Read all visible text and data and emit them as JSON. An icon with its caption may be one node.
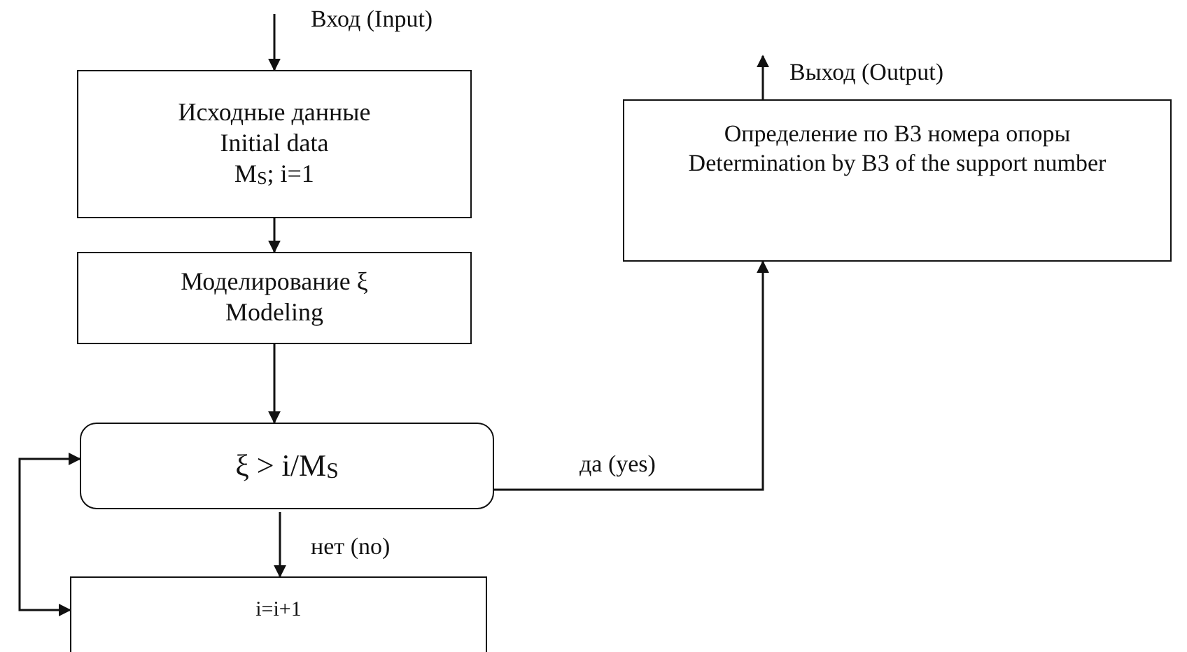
{
  "diagram": {
    "nodes": [
      {
        "text": [
          "Исходные данные",
          "Initial data",
          "M$_{S}$; i=1"
        ]
      },
      {
        "text": [
          "Моделирование ξ",
          "Modeling"
        ]
      },
      {
        "text": [
          "ξ > i/M$_{S}$"
        ]
      },
      {
        "text": [
          "i=i+1"
        ]
      },
      {
        "text": [
          "Определение по В3 номера опоры",
          "Determination by B3 of the support number"
        ]
      }
    ],
    "edges": [
      {
        "from": null,
        "to": 0,
        "arrow": "to",
        "label": "Вход (Input)"
      },
      {
        "from": 0,
        "to": 1,
        "arrow": "to"
      },
      {
        "from": 1,
        "to": 2,
        "arrow": "to"
      },
      {
        "from": 2,
        "to": 4,
        "arrow": "to",
        "label": "да (yes)"
      },
      {
        "from": 2,
        "to": 3,
        "arrow": "to",
        "label": "нет (no)"
      },
      {
        "from": 3,
        "to": 2,
        "arrow": "both"
      },
      {
        "from": 4,
        "to": null,
        "arrow": "to",
        "label": "Выход (Output)"
      }
    ]
  }
}
